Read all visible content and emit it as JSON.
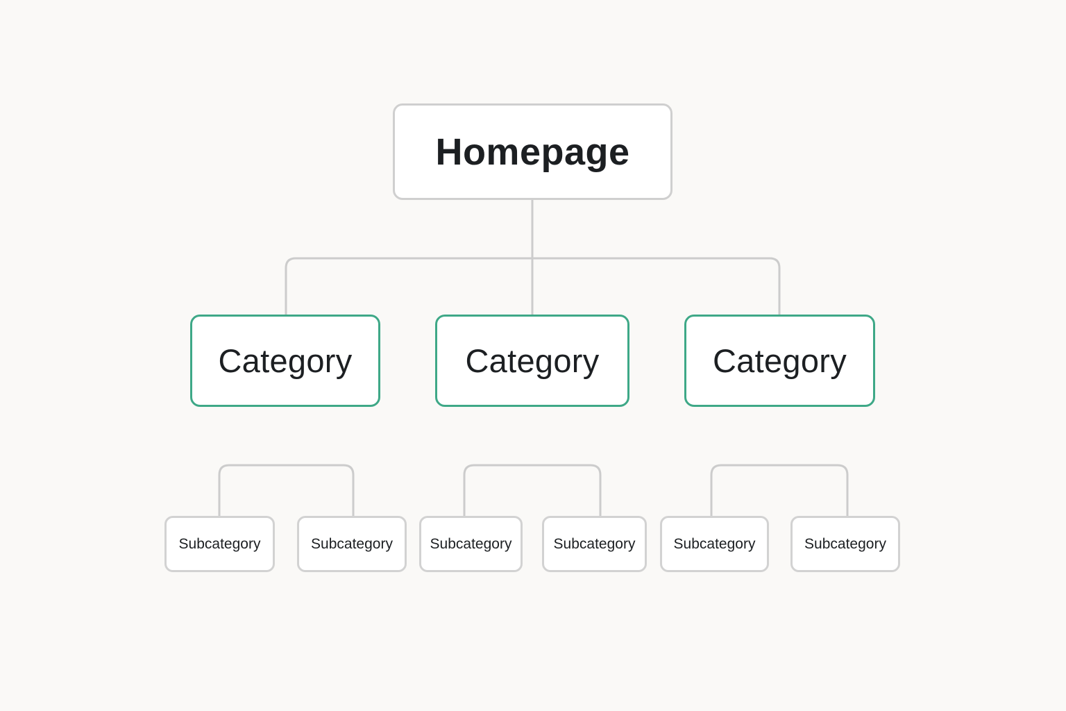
{
  "diagram": {
    "root": {
      "label": "Homepage"
    },
    "categories": [
      {
        "label": "Category",
        "subcategories": [
          {
            "label": "Subcategory"
          },
          {
            "label": "Subcategory"
          }
        ]
      },
      {
        "label": "Category",
        "subcategories": [
          {
            "label": "Subcategory"
          },
          {
            "label": "Subcategory"
          }
        ]
      },
      {
        "label": "Category",
        "subcategories": [
          {
            "label": "Subcategory"
          },
          {
            "label": "Subcategory"
          }
        ]
      }
    ],
    "colors": {
      "background": "#faf9f7",
      "category_border": "#3ea887",
      "neutral_border": "#cfcfcf",
      "connector": "#cccccc",
      "text": "#1c1f22"
    }
  }
}
